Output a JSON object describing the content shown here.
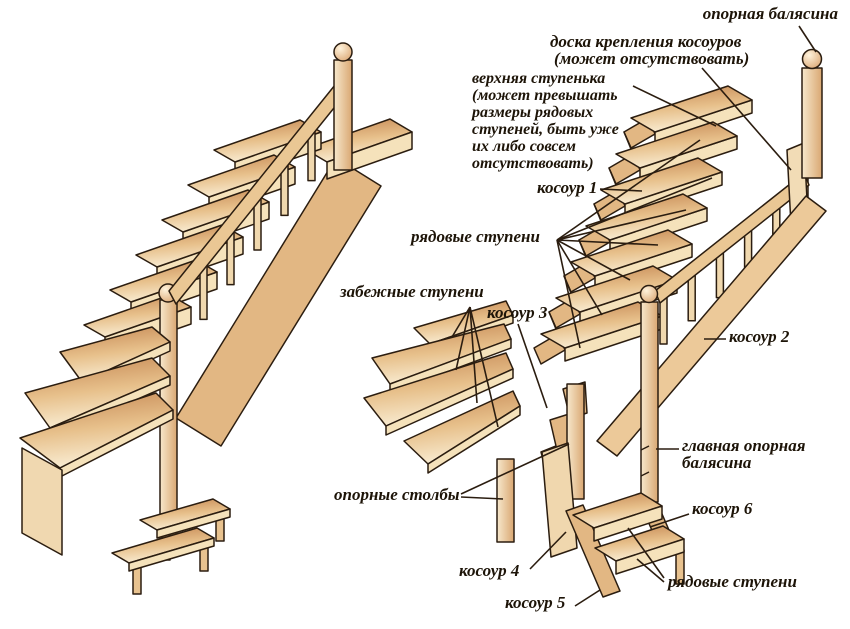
{
  "colors": {
    "background": "#ffffff",
    "wood_dark": "#c2834f",
    "wood_mid": "#e8c190",
    "wood_light": "#f7e6c4",
    "outline": "#2b1d10",
    "label_text": "#1d1408"
  },
  "labels": {
    "opornaya_balyasina": "опорная балясина",
    "doska_krepleniya": {
      "line1": "доска крепления косоуров",
      "line2": "(может отсутствовать)"
    },
    "verkhnyaya_stupenka": {
      "line1": "верхняя ступенька",
      "line2": "(может превышать",
      "line3": "размеры рядовых",
      "line4": "ступеней, быть уже",
      "line5": "их либо совсем",
      "line6": "отсутствовать)"
    },
    "kosour_1": "косоур 1",
    "ryadovye_stupeni_top": "рядовые ступени",
    "zabezhnye_stupeni": "забежные ступени",
    "kosour_3": "косоур 3",
    "kosour_2": "косоур 2",
    "glavnaya_opornaya": {
      "line1": "главная опорная",
      "line2": "балясина"
    },
    "kosour_6": "косоур 6",
    "ryadovye_stupeni_bottom": "рядовые ступени",
    "opornye_stolby": "опорные столбы",
    "kosour_4": "косоур 4",
    "kosour_5": "косоур 5"
  }
}
